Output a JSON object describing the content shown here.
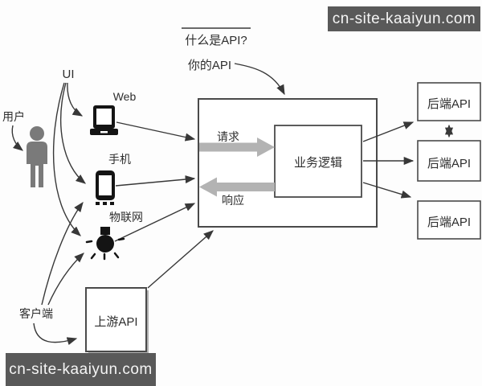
{
  "title": "什么是API?",
  "watermark": {
    "top_right": "cn-site-kaaiyun.com",
    "bottom_left": "cn-site-kaaiyun.com"
  },
  "labels": {
    "your_api": "你的API",
    "user": "用户",
    "ui": "UI",
    "web": "Web",
    "phone": "手机",
    "iot": "物联网",
    "client": "客户端",
    "request": "请求",
    "response": "响应"
  },
  "boxes": {
    "business_logic": "业务逻辑",
    "upstream_api": "上游API",
    "backend_api_top": "后端API",
    "backend_api_middle": "后端API",
    "backend_api_bottom": "后端API"
  },
  "icons": {
    "person": "person-icon",
    "web_device": "laptop-icon",
    "phone_device": "smartphone-icon",
    "iot_device": "lightbulb-icon"
  },
  "colors": {
    "background": "#fdfdfd",
    "line": "#383838",
    "box_border": "#4a4a4a",
    "thick_arrow": "#b3b3b3",
    "person_gray": "#7a7a7a",
    "icon_black": "#141414",
    "watermark_bg": "#595959",
    "watermark_text": "#f5f5f5",
    "text": "#2e2e2e"
  }
}
